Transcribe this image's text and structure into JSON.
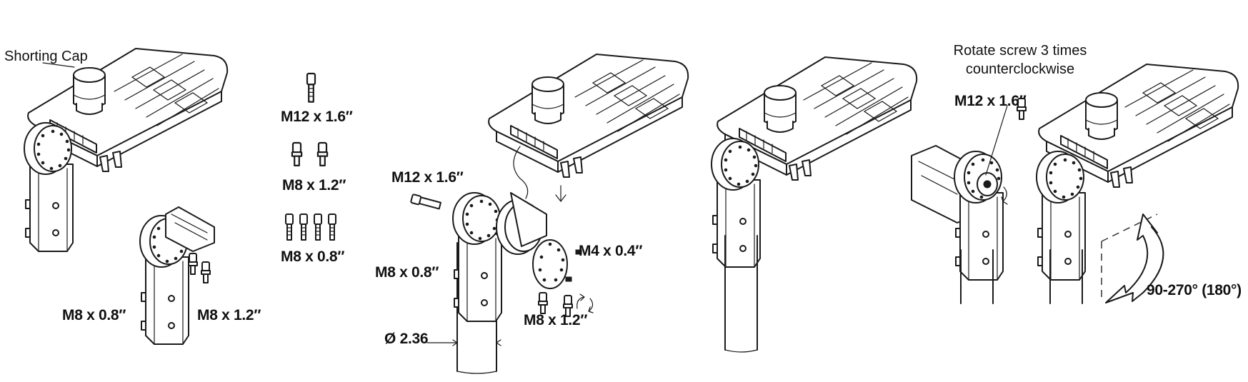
{
  "labels": {
    "shorting_cap": "Shorting Cap",
    "m12_1": "M12 x 1.6″",
    "m8_12_a": "M8 x 1.2″",
    "m8_08_a": "M8 x 0.8″",
    "m8_08_b": "M8 x 0.8″",
    "m8_12_b": "M8 x 1.2″",
    "m12_2": "M12 x 1.6″",
    "m8_08_c": "M8 x 0.8″",
    "m4_04": "M4 x 0.4″",
    "m8_12_c": "M8 x 1.2″",
    "diameter": "Ø 2.36",
    "rotate_line1": "Rotate screw 3 times",
    "rotate_line2": "counterclockwise",
    "m12_3": "M12 x 1.6″",
    "angle": "90-270° (180°)"
  },
  "icons": [
    "light-fixture",
    "shorting-cap",
    "knuckle-mount",
    "pole",
    "screw",
    "rotation-arrow",
    "down-arrow"
  ]
}
